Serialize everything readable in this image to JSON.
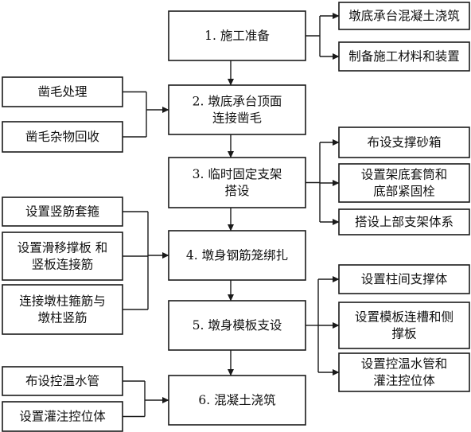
{
  "steps": [
    {
      "lines": [
        "1. 施工准备"
      ]
    },
    {
      "lines": [
        "2. 墩底承台顶面",
        "连接凿毛"
      ]
    },
    {
      "lines": [
        "3. 临时固定支架",
        "搭设"
      ]
    },
    {
      "lines": [
        "4. 墩身钢筋笼绑扎"
      ]
    },
    {
      "lines": [
        "5. 墩身模板支设"
      ]
    },
    {
      "lines": [
        "6. 混凝土浇筑"
      ]
    }
  ],
  "right_items": [
    {
      "lines": [
        "墩底承台混凝土浇筑"
      ]
    },
    {
      "lines": [
        "制备施工材料和装置"
      ]
    },
    {
      "lines": [
        "布设支撑砂箱"
      ]
    },
    {
      "lines": [
        "设置架底套筒和",
        "底部紧固栓"
      ]
    },
    {
      "lines": [
        "搭设上部支架体系"
      ]
    },
    {
      "lines": [
        "设置柱间支撑体"
      ]
    },
    {
      "lines": [
        "设置模板连槽和侧",
        "撑板"
      ]
    },
    {
      "lines": [
        "设置控温水管和",
        "灌注控位体"
      ]
    }
  ],
  "left_items": [
    {
      "lines": [
        "凿毛处理"
      ]
    },
    {
      "lines": [
        "凿毛杂物回收"
      ]
    },
    {
      "lines": [
        "设置竖筋套箍"
      ]
    },
    {
      "lines": [
        "设置滑移撑板 和",
        "竖板连接筋"
      ]
    },
    {
      "lines": [
        "连接墩柱箍筋与",
        "墩柱竖筋"
      ]
    },
    {
      "lines": [
        "布设控温水管"
      ]
    },
    {
      "lines": [
        "设置灌注控位体"
      ]
    }
  ]
}
